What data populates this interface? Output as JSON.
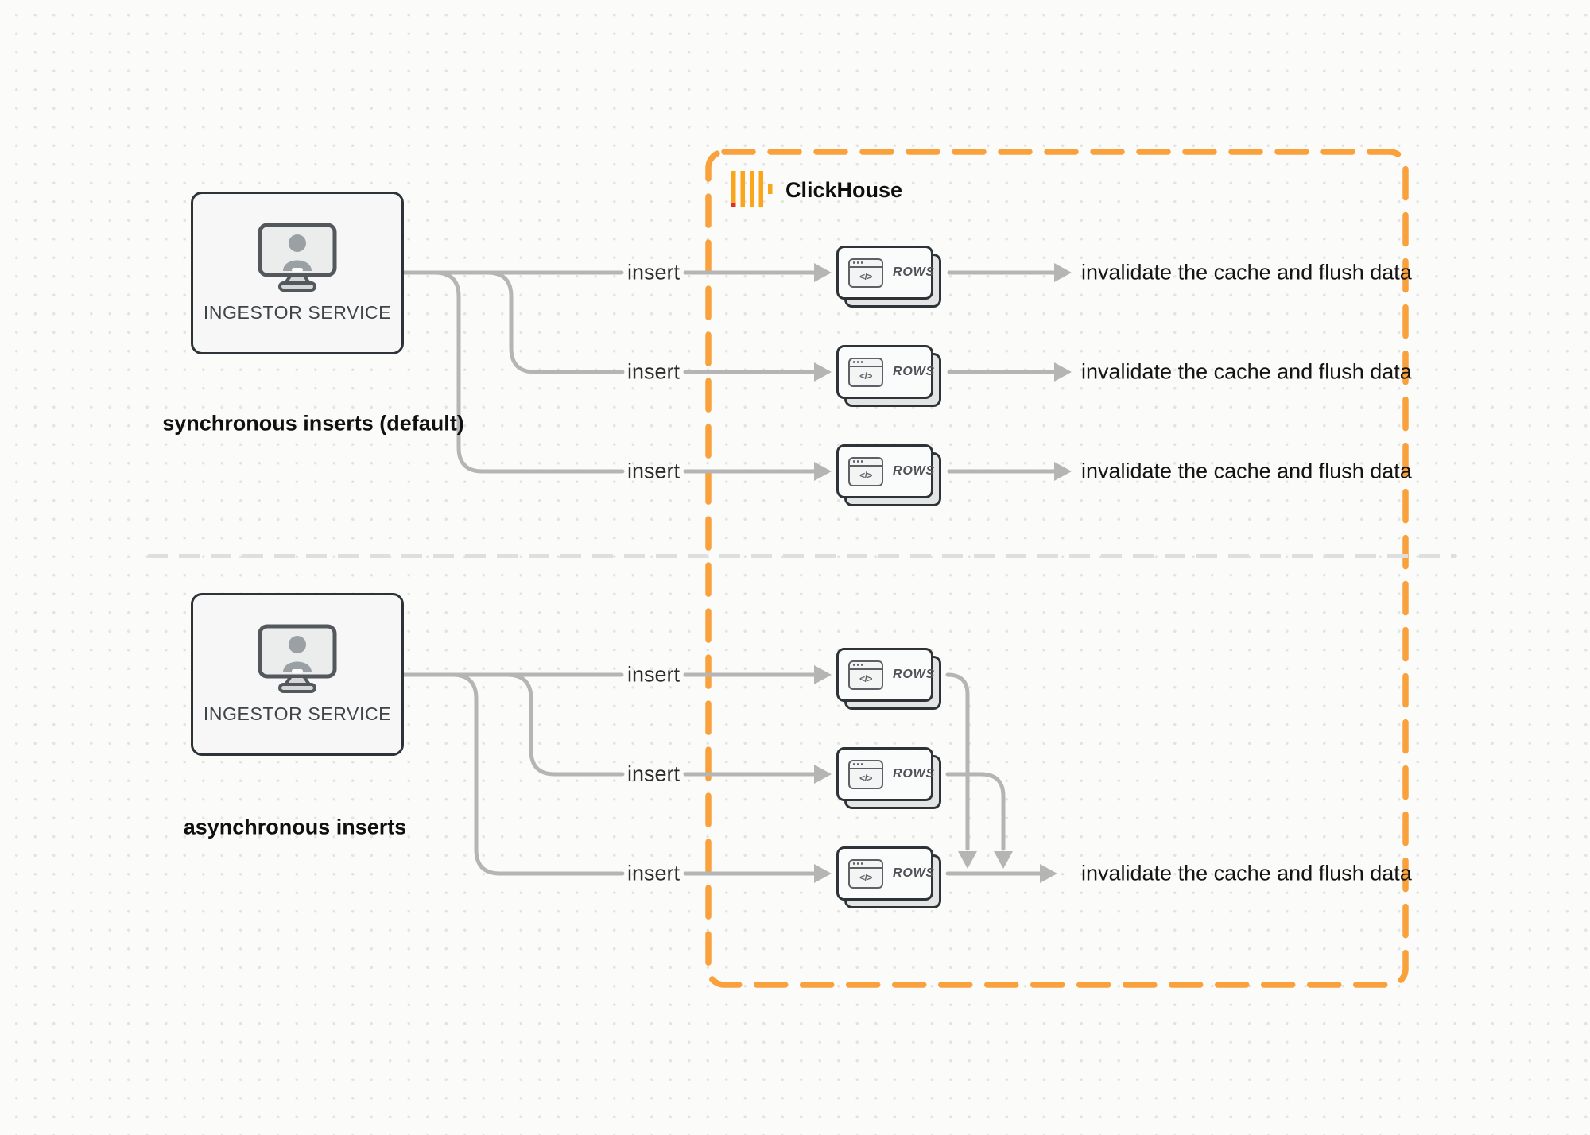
{
  "colors": {
    "container_orange": "#F9A13C",
    "logo_yellow": "#FAA61A",
    "logo_red": "#E23027",
    "connector_gray": "#B5B5B5",
    "box_border_dark": "#2E3338"
  },
  "clickhouse": {
    "label": "ClickHouse"
  },
  "sync_section": {
    "ingestor_label": "INGESTOR SERVICE",
    "caption": "synchronous inserts (default)",
    "rows": [
      {
        "insert_label": "insert",
        "card_label": "ROWS",
        "card_icon": "</>",
        "result_label": "invalidate the cache and flush data"
      },
      {
        "insert_label": "insert",
        "card_label": "ROWS",
        "card_icon": "</>",
        "result_label": "invalidate the cache and flush data"
      },
      {
        "insert_label": "insert",
        "card_label": "ROWS",
        "card_icon": "</>",
        "result_label": "invalidate the cache and flush data"
      }
    ]
  },
  "async_section": {
    "ingestor_label": "INGESTOR SERVICE",
    "caption": "asynchronous inserts",
    "rows": [
      {
        "insert_label": "insert",
        "card_label": "ROWS",
        "card_icon": "</>"
      },
      {
        "insert_label": "insert",
        "card_label": "ROWS",
        "card_icon": "</>"
      },
      {
        "insert_label": "insert",
        "card_label": "ROWS",
        "card_icon": "</>"
      }
    ],
    "result_label": "invalidate the cache and flush data"
  }
}
